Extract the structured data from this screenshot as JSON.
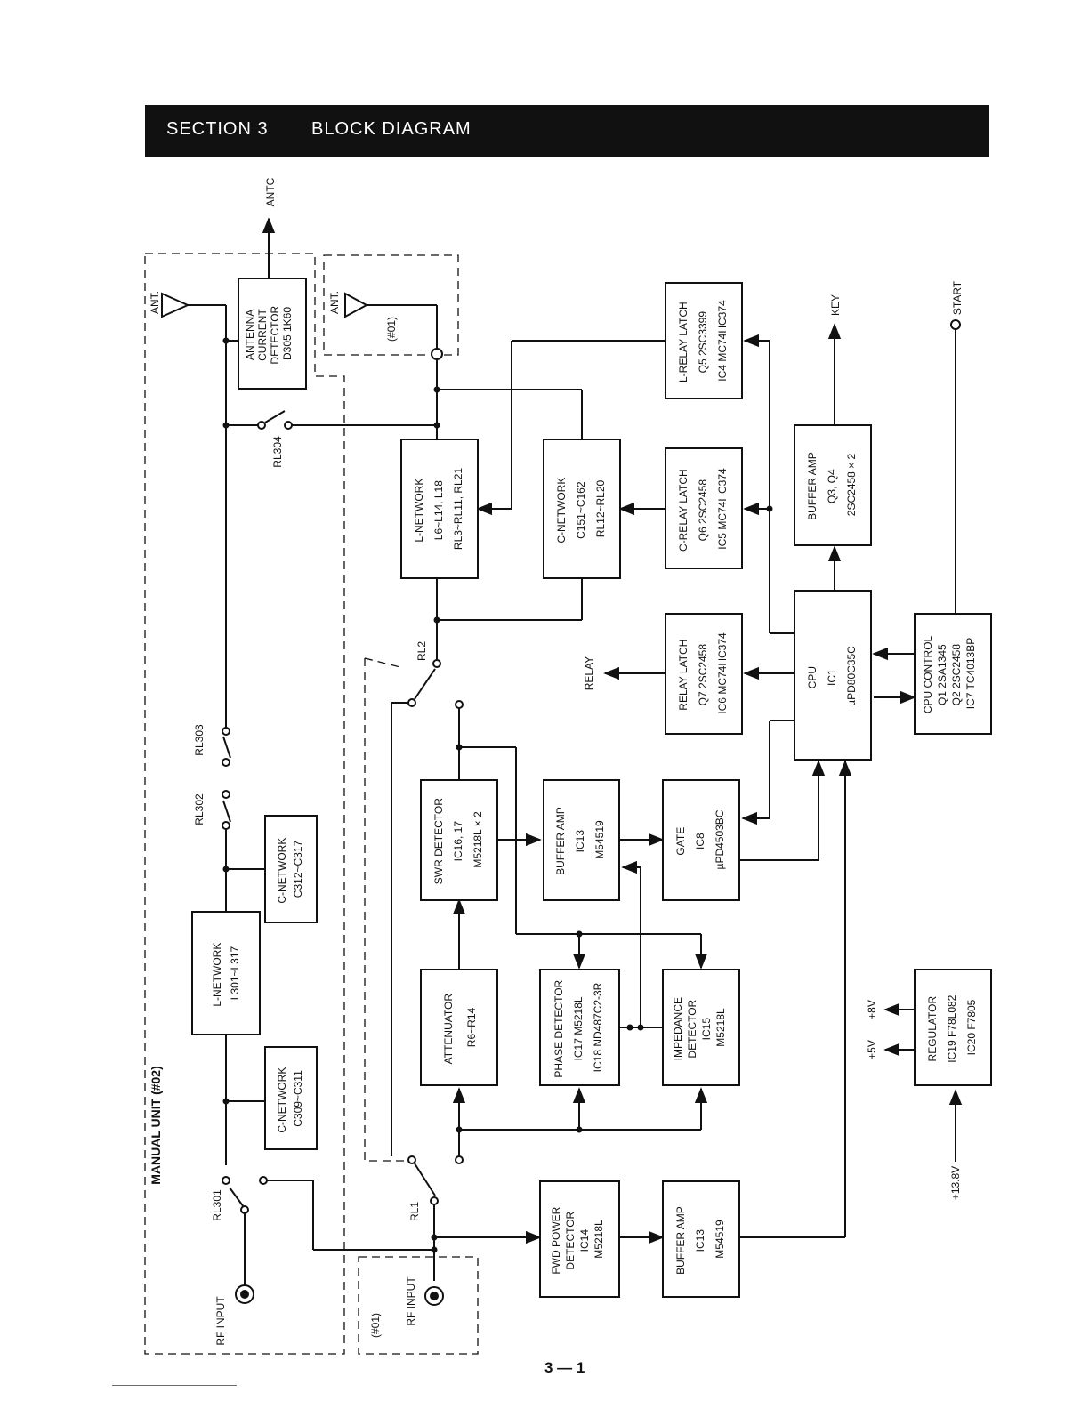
{
  "header": {
    "section": "SECTION 3",
    "title": "BLOCK DIAGRAM"
  },
  "page_number": "3 — 1",
  "regions": {
    "manual_unit": "MANUAL UNIT (#02)",
    "unit_01_top": "(#01)",
    "unit_01_bottom": "(#01)"
  },
  "blocks": [
    {
      "id": "ant-current",
      "lines": [
        "ANTENNA",
        "CURRENT",
        "DETECTOR",
        "D305 1K60"
      ]
    },
    {
      "id": "l-network-manual",
      "lines": [
        "L-NETWORK",
        "L301~L317"
      ]
    },
    {
      "id": "c-network-c312",
      "lines": [
        "C-NETWORK",
        "C312~C317"
      ]
    },
    {
      "id": "c-network-c309",
      "lines": [
        "C-NETWORK",
        "C309~C311"
      ]
    },
    {
      "id": "l-network-main",
      "lines": [
        "L-NETWORK",
        "L6~L14, L18",
        "RL3~RL11, RL21"
      ]
    },
    {
      "id": "c-network-main",
      "lines": [
        "C-NETWORK",
        "C151~C162",
        "RL12~RL20"
      ]
    },
    {
      "id": "swr-detector",
      "lines": [
        "SWR DETECTOR",
        "IC16, 17",
        "M5218L × 2"
      ]
    },
    {
      "id": "attenuator",
      "lines": [
        "ATTENUATOR",
        "R6~R14"
      ]
    },
    {
      "id": "fwd-power",
      "lines": [
        "FWD POWER",
        "DETECTOR",
        "IC14",
        "M5218L"
      ]
    },
    {
      "id": "buffer-amp-ic13-top",
      "lines": [
        "BUFFER AMP",
        "IC13",
        "M54519"
      ]
    },
    {
      "id": "phase-detector",
      "lines": [
        "PHASE DETECTOR",
        "IC17 M5218L",
        "IC18 ND487C2-3R"
      ]
    },
    {
      "id": "buffer-amp-ic13-bottom",
      "lines": [
        "BUFFER AMP",
        "IC13",
        "M54519"
      ]
    },
    {
      "id": "l-relay-latch",
      "lines": [
        "L-RELAY LATCH",
        "Q5 2SC3399",
        "IC4 MC74HC374"
      ]
    },
    {
      "id": "c-relay-latch",
      "lines": [
        "C-RELAY LATCH",
        "Q6 2SC2458",
        "IC5 MC74HC374"
      ]
    },
    {
      "id": "relay-latch",
      "lines": [
        "RELAY LATCH",
        "Q7 2SC2458",
        "IC6 MC74HC374"
      ]
    },
    {
      "id": "gate",
      "lines": [
        "GATE",
        "IC8",
        "µPD4503BC"
      ]
    },
    {
      "id": "impedance-detector",
      "lines": [
        "IMPEDANCE",
        "DETECTOR",
        "IC15",
        "M5218L"
      ]
    },
    {
      "id": "buffer-amp-q3",
      "lines": [
        "BUFFER AMP",
        "Q3, Q4",
        "2SC2458 × 2"
      ]
    },
    {
      "id": "cpu",
      "lines": [
        "CPU",
        "IC1",
        "µPD80C35C"
      ]
    },
    {
      "id": "cpu-control",
      "lines": [
        "CPU CONTROL",
        "Q1 2SA1345",
        "Q2 2SC2458",
        "IC7 TC4013BP"
      ]
    },
    {
      "id": "regulator",
      "lines": [
        "REGULATOR",
        "IC19 F78L082",
        "IC20 F7805"
      ]
    }
  ],
  "labels": {
    "antc": "ANTC",
    "ant_manual": "ANT.",
    "ant_01": "ANT.",
    "unit01": "(#01)",
    "rl304": "RL304",
    "rl303": "RL303",
    "rl302": "RL302",
    "rl301": "RL301",
    "rl2": "RL2",
    "rl1": "RL1",
    "rf_input_manual": "RF INPUT",
    "rf_input_01": "RF INPUT",
    "relay": "RELAY",
    "key": "KEY",
    "start": "START",
    "plus5v": "+5V",
    "plus8v": "+8V",
    "plus13_8v": "+13.8V"
  }
}
